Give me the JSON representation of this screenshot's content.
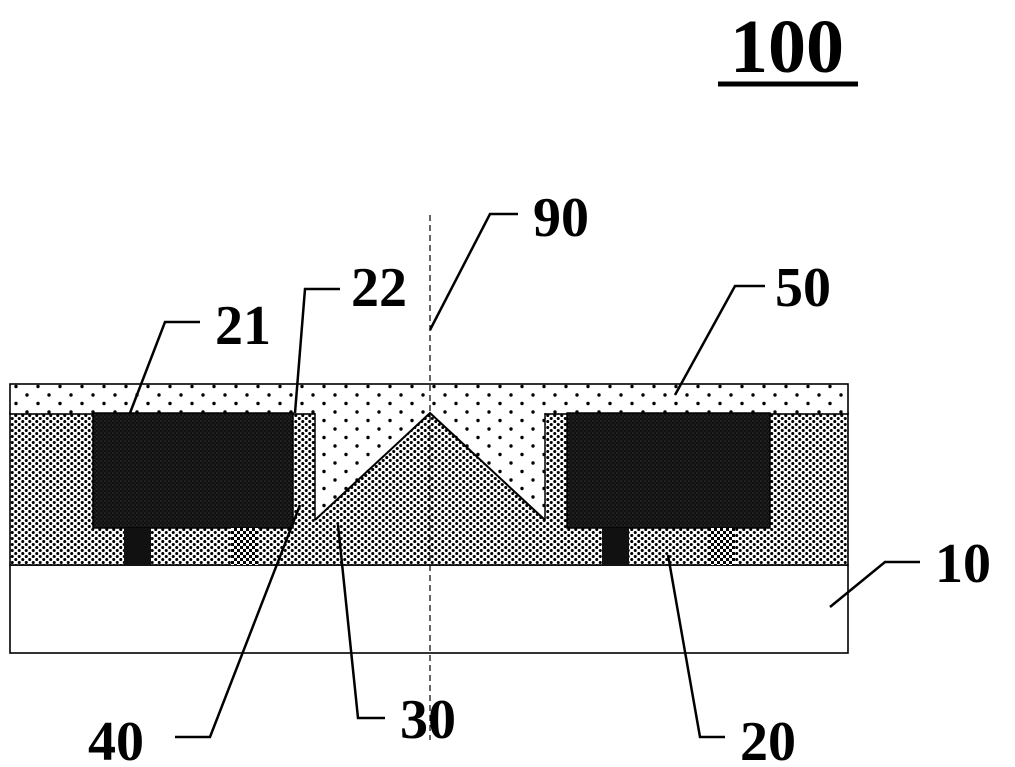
{
  "figure": {
    "title": "100",
    "labels": {
      "l10": "10",
      "l20": "20",
      "l21": "21",
      "l22": "22",
      "l30": "30",
      "l40": "40",
      "l50": "50",
      "l90": "90"
    }
  }
}
